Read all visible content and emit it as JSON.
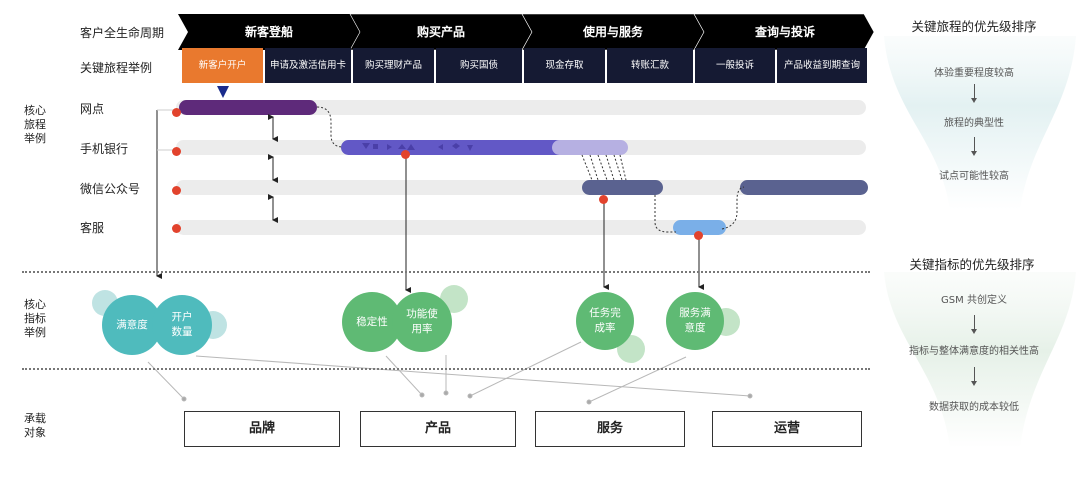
{
  "row_labels": {
    "lifecycle": "客户全生命周期",
    "journeys": "关键旅程举例"
  },
  "lifecycle_stages": [
    {
      "label": "新客登船"
    },
    {
      "label": "购买产品"
    },
    {
      "label": "使用与服务"
    },
    {
      "label": "查询与投诉"
    }
  ],
  "journeys": [
    {
      "label": "新客户开户",
      "highlighted": true
    },
    {
      "label": "申请及激活信用卡",
      "highlighted": false
    },
    {
      "label": "购买理财产品",
      "highlighted": false
    },
    {
      "label": "购买国债",
      "highlighted": false
    },
    {
      "label": "现金存取",
      "highlighted": false
    },
    {
      "label": "转账汇款",
      "highlighted": false
    },
    {
      "label": "一般投诉",
      "highlighted": false
    },
    {
      "label": "产品收益到期查询",
      "highlighted": false
    }
  ],
  "section_labels": {
    "core_journey": "核心\n旅程\n举例",
    "core_metrics": "核心\n指标\n举例",
    "carriers": "承载\n对象"
  },
  "channels": [
    {
      "label": "网点"
    },
    {
      "label": "手机银行"
    },
    {
      "label": "微信公众号"
    },
    {
      "label": "客服"
    }
  ],
  "colors": {
    "orange": "#e9792e",
    "navy": "#151a33",
    "purple_dark": "#5e2a7a",
    "purple": "#6258c6",
    "purple_light": "#b6b0e2",
    "slate": "#5a6290",
    "blue_light": "#7aafe8",
    "red_dot": "#e2432d",
    "teal": "#4fbbbd",
    "green": "#5fba74"
  },
  "metrics": [
    {
      "label": "满意度",
      "group": "teal"
    },
    {
      "label": "开户\n数量",
      "group": "teal"
    },
    {
      "label": "稳定性",
      "group": "green"
    },
    {
      "label": "功能使\n用率",
      "group": "green"
    },
    {
      "label": "任务完\n成率",
      "group": "green"
    },
    {
      "label": "服务满\n意度",
      "group": "green"
    }
  ],
  "carriers": [
    {
      "label": "品牌"
    },
    {
      "label": "产品"
    },
    {
      "label": "服务"
    },
    {
      "label": "运营"
    }
  ],
  "journey_priority": {
    "title": "关键旅程的优先级排序",
    "steps": [
      "体验重要程度较高",
      "旅程的典型性",
      "试点可能性较高"
    ]
  },
  "metric_priority": {
    "title": "关键指标的优先级排序",
    "steps": [
      "GSM 共创定义",
      "指标与整体满意度的相关性高",
      "数据获取的成本较低"
    ]
  }
}
